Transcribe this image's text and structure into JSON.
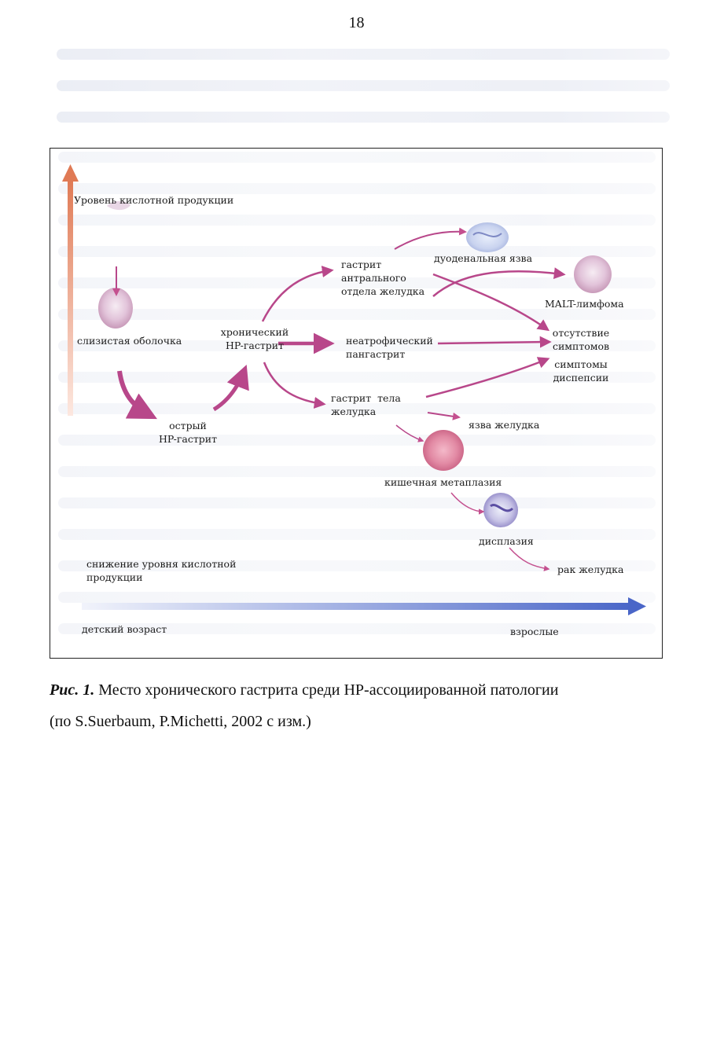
{
  "page_number": "18",
  "figure": {
    "acid_level_top": "Уровень кислотной продукции",
    "mucosa": "слизистая оболочка",
    "acute_gastritis": [
      "острый",
      "HP-гастрит"
    ],
    "chronic_gastritis": [
      "хронический",
      "HP-гастрит"
    ],
    "antral_gastritis": [
      "гастрит",
      "антрального",
      "отдела желудка"
    ],
    "nonatrophic_pangastritis": [
      "неатрофический",
      "пангастрит"
    ],
    "body_gastritis": [
      "гастрит  тела",
      "желудка"
    ],
    "duodenal_ulcer": "дуоденальная язва",
    "malt_lymphoma": "MALT-лимфома",
    "no_symptoms": [
      "отсутствие",
      "симптомов"
    ],
    "dyspepsia": [
      "симптомы",
      "диспепсии"
    ],
    "gastric_ulcer": "язва желудка",
    "intestinal_metaplasia": "кишечная метаплазия",
    "dysplasia": "дисплазия",
    "gastric_cancer": "рак желудка",
    "acid_level_bottom": [
      "снижение уровня кислотной",
      "продукции"
    ],
    "childhood": "детский возраст",
    "adults": "взрослые"
  },
  "caption": {
    "label": "Рис. 1.",
    "line1": " Место хронического гастрита среди HP-ассоциированной патологии",
    "line2": "(по S.Suerbaum, P.Michetti, 2002 с изм.)"
  },
  "colors": {
    "arrow_magenta": "#b8478a",
    "arrow_blue": "#4a66c8",
    "arrow_orange": "#e07a55"
  }
}
